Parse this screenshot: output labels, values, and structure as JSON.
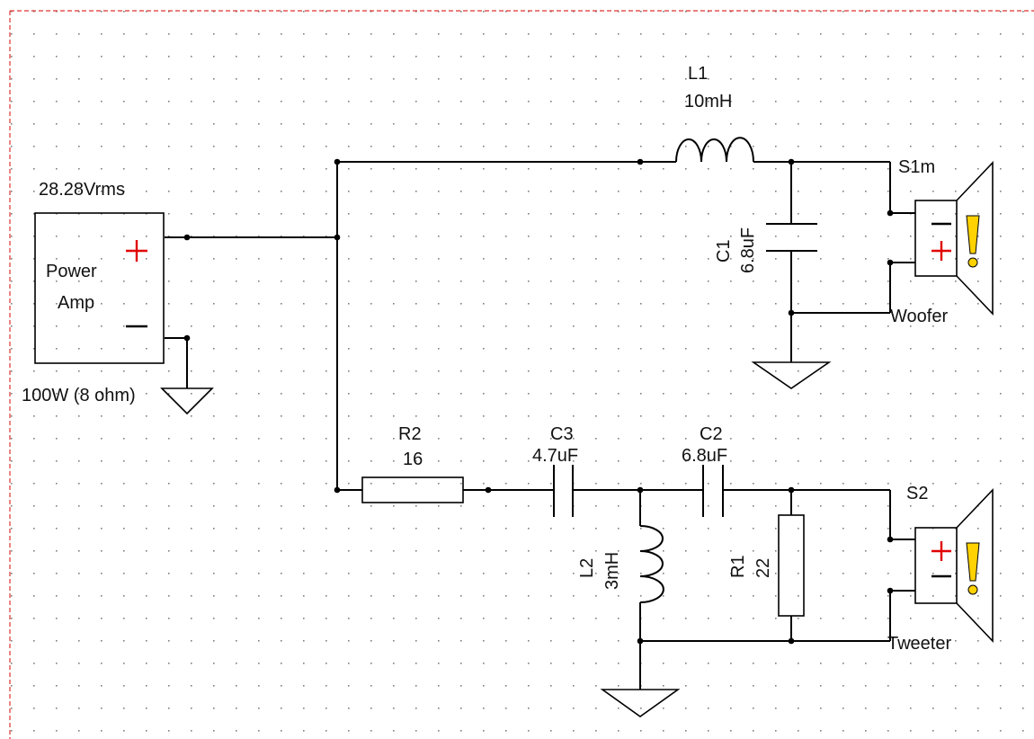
{
  "colors": {
    "wire": "#000000",
    "plus": "#e00000",
    "warning": "#ffd200",
    "border": "#e03030",
    "grid": "#808080"
  },
  "source": {
    "voltage": "28.28Vrms",
    "name_line1": "Power",
    "name_line2": "Amp",
    "rating": "100W (8 ohm)"
  },
  "L1": {
    "ref": "L1",
    "value": "10mH"
  },
  "C1": {
    "ref": "C1",
    "value": "6.8uF"
  },
  "R2": {
    "ref": "R2",
    "value": "16"
  },
  "C3": {
    "ref": "C3",
    "value": "4.7uF"
  },
  "C2": {
    "ref": "C2",
    "value": "6.8uF"
  },
  "L2": {
    "ref": "L2",
    "value": "3mH"
  },
  "R1": {
    "ref": "R1",
    "value": "22"
  },
  "S1m": {
    "ref": "S1m",
    "name": "Woofer"
  },
  "S2": {
    "ref": "S2",
    "name": "Tweeter"
  },
  "icons": [
    "plus-icon",
    "minus-icon",
    "warning-icon",
    "ground-icon",
    "speaker-icon"
  ]
}
